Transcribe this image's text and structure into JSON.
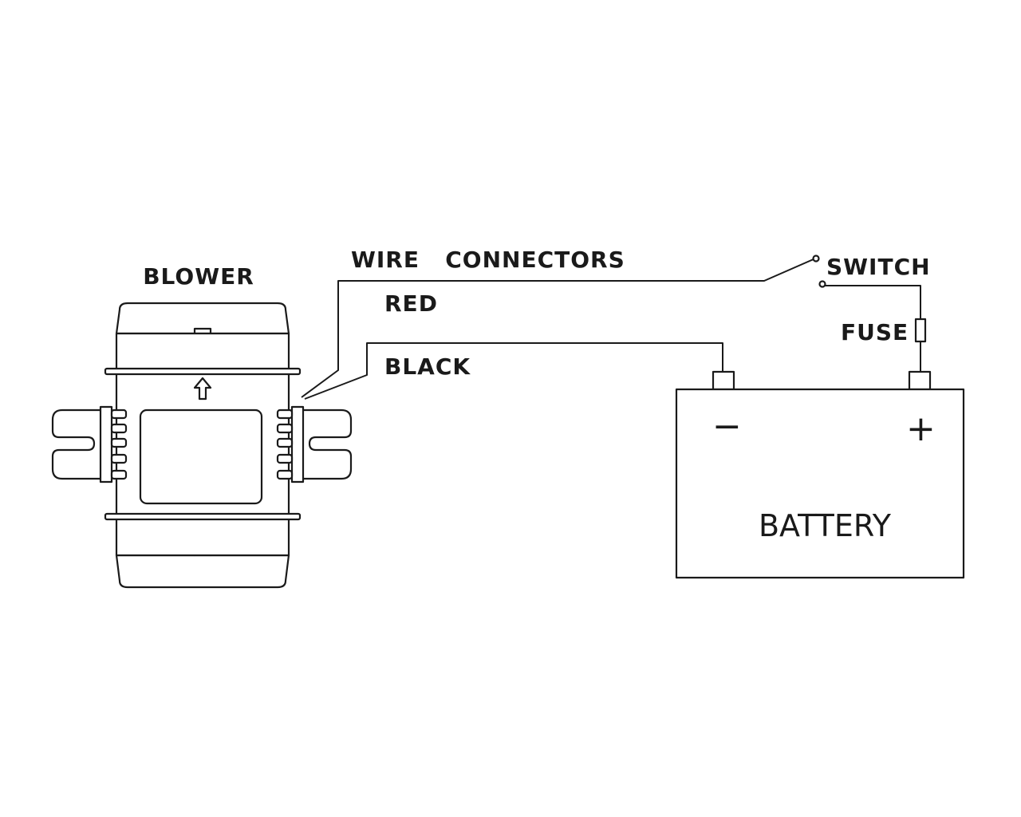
{
  "labels": {
    "blower": "BLOWER",
    "wire_connectors": "WIRE   CONNECTORS",
    "red": "RED",
    "black": "BLACK",
    "switch": "SWITCH",
    "fuse": "FUSE",
    "battery": "BATTERY",
    "minus": "−",
    "plus": "+"
  },
  "icons": {
    "airflow_arrow": "up-arrow-icon",
    "switch": "switch-icon",
    "fuse": "fuse-icon"
  },
  "colors": {
    "line": "#1a1a1a",
    "background": "#ffffff"
  }
}
